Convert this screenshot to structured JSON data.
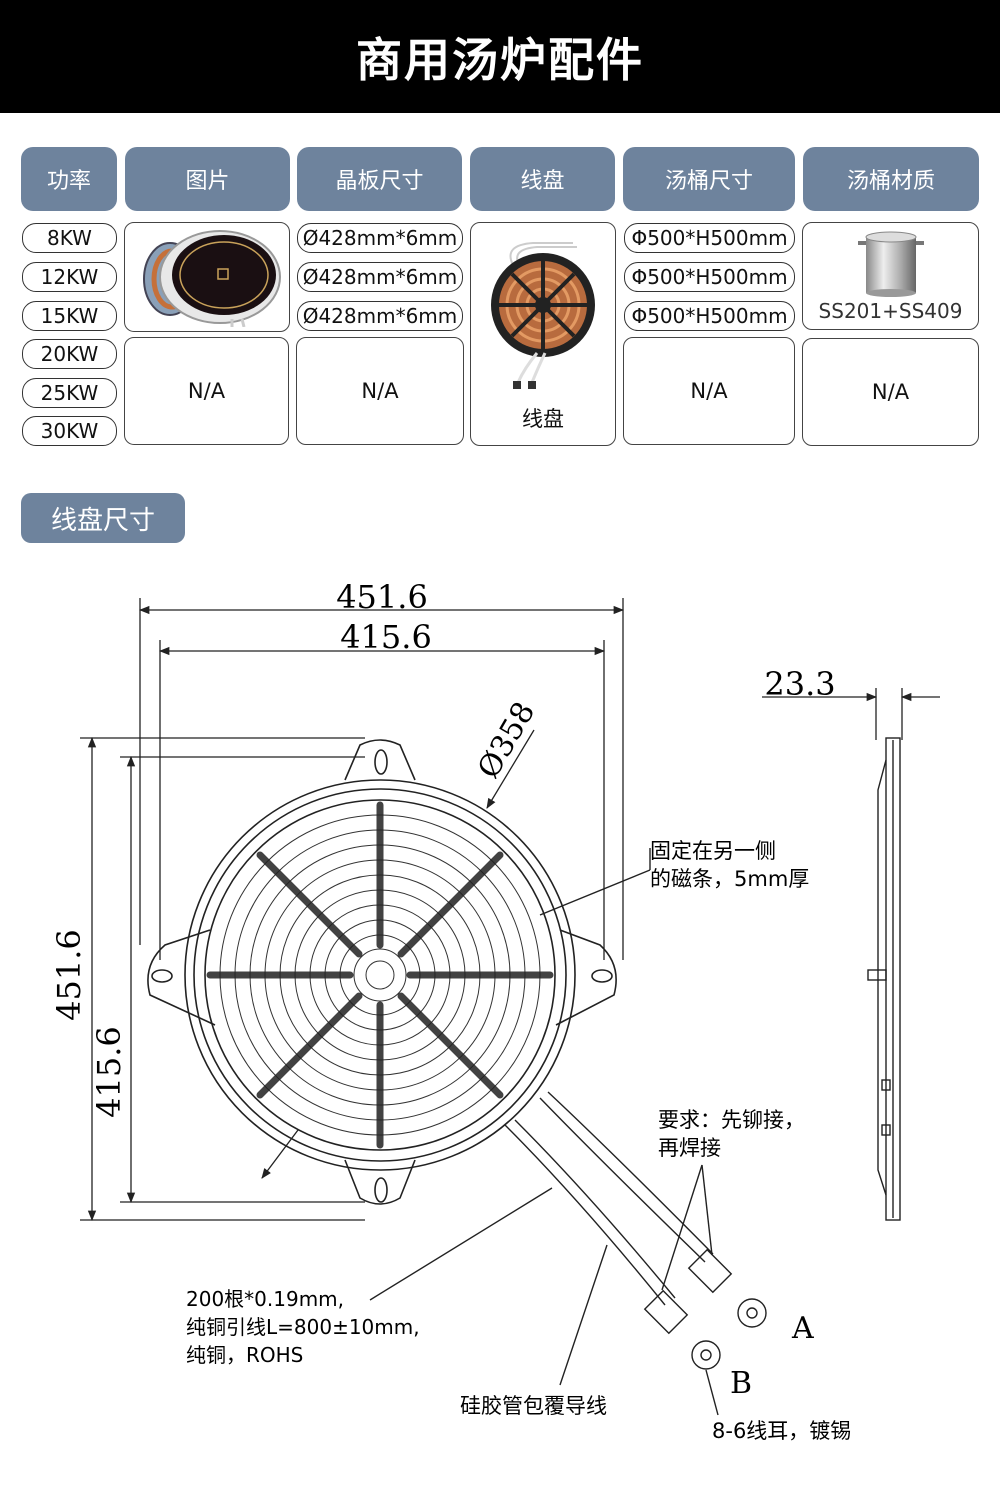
{
  "title": "商用汤炉配件",
  "table": {
    "headers": [
      "功率",
      "图片",
      "晶板尺寸",
      "线盘",
      "汤桶尺寸",
      "汤桶材质"
    ],
    "powers": [
      "8KW",
      "12KW",
      "15KW",
      "20KW",
      "25KW",
      "30KW"
    ],
    "plate_sizes": [
      "Ø428mm*6mm",
      "Ø428mm*6mm",
      "Ø428mm*6mm"
    ],
    "pot_sizes": [
      "Φ500*H500mm",
      "Φ500*H500mm",
      "Φ500*H500mm"
    ],
    "material": "SS201+SS409",
    "coil_caption": "线盘",
    "na": "N/A"
  },
  "section_title": "线盘尺寸",
  "drawing": {
    "dim_outer_w": "451.6",
    "dim_inner_w": "415.6",
    "dim_outer_h": "451.6",
    "dim_inner_h": "415.6",
    "dim_diameter": "Ø358",
    "dim_thickness": "23.3",
    "note_magnet_1": "固定在另一侧",
    "note_magnet_2": "的磁条，5mm厚",
    "note_req_1": "要求：先铆接，",
    "note_req_2": "再焊接",
    "note_wire_1": "200根*0.19mm,",
    "note_wire_2": "纯铜引线L=800±10mm,",
    "note_wire_3": "纯铜，ROHS",
    "note_sleeve": "硅胶管包覆导线",
    "note_lug": "8-6线耳，镀锡",
    "label_a": "A",
    "label_b": "B"
  },
  "icons": [
    "induction-plate-image",
    "coil-image",
    "stock-pot-image"
  ]
}
